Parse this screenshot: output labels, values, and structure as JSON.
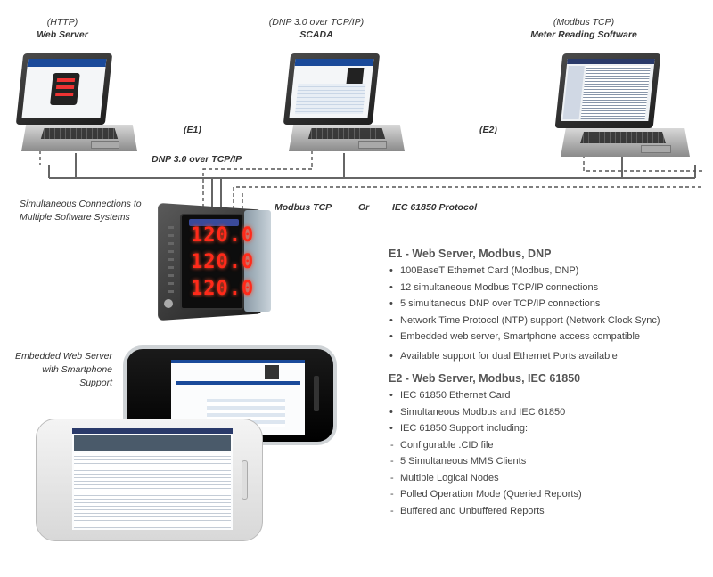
{
  "top_nodes": [
    {
      "sub": "(HTTP)",
      "title": "Web Server"
    },
    {
      "sub": "(DNP 3.0 over TCP/IP)",
      "title": "SCADA"
    },
    {
      "sub": "(Modbus TCP)",
      "title": "Meter Reading Software"
    }
  ],
  "links": {
    "e1": "(E1)",
    "e2": "(E2)",
    "dnp": "DNP 3.0 over TCP/IP",
    "modbus": "Modbus TCP",
    "or": "Or",
    "iec": "IEC 61850 Protocol"
  },
  "notes": {
    "simultaneous": [
      "Simultaneous Connections to",
      "Multiple Software Systems"
    ],
    "embedded": [
      "Embedded Web Server",
      "with Smartphone",
      "Support"
    ]
  },
  "meter": {
    "readings": [
      "120.0",
      "120.0",
      "120.0"
    ]
  },
  "features": {
    "e1": {
      "heading": "E1 - Web Server, Modbus, DNP",
      "items": [
        "100BaseT Ethernet Card (Modbus, DNP)",
        "12 simultaneous Modbus TCP/IP connections",
        "5 simultaneous DNP over TCP/IP connections",
        "Network Time Protocol (NTP) support (Network Clock Sync)",
        "Embedded web server, Smartphone access compatible",
        "Available support for dual Ethernet Ports available"
      ]
    },
    "e2": {
      "heading": "E2 - Web Server, Modbus, IEC 61850",
      "items": [
        "IEC 61850 Ethernet Card",
        "Simultaneous Modbus and IEC 61850",
        "IEC 61850 Support including:"
      ],
      "subitems": [
        "Configurable .CID file",
        "5 Simultaneous MMS Clients",
        "Multiple Logical Nodes",
        "Polled Operation Mode (Queried Reports)",
        "Buffered and Unbuffered Reports"
      ]
    }
  }
}
